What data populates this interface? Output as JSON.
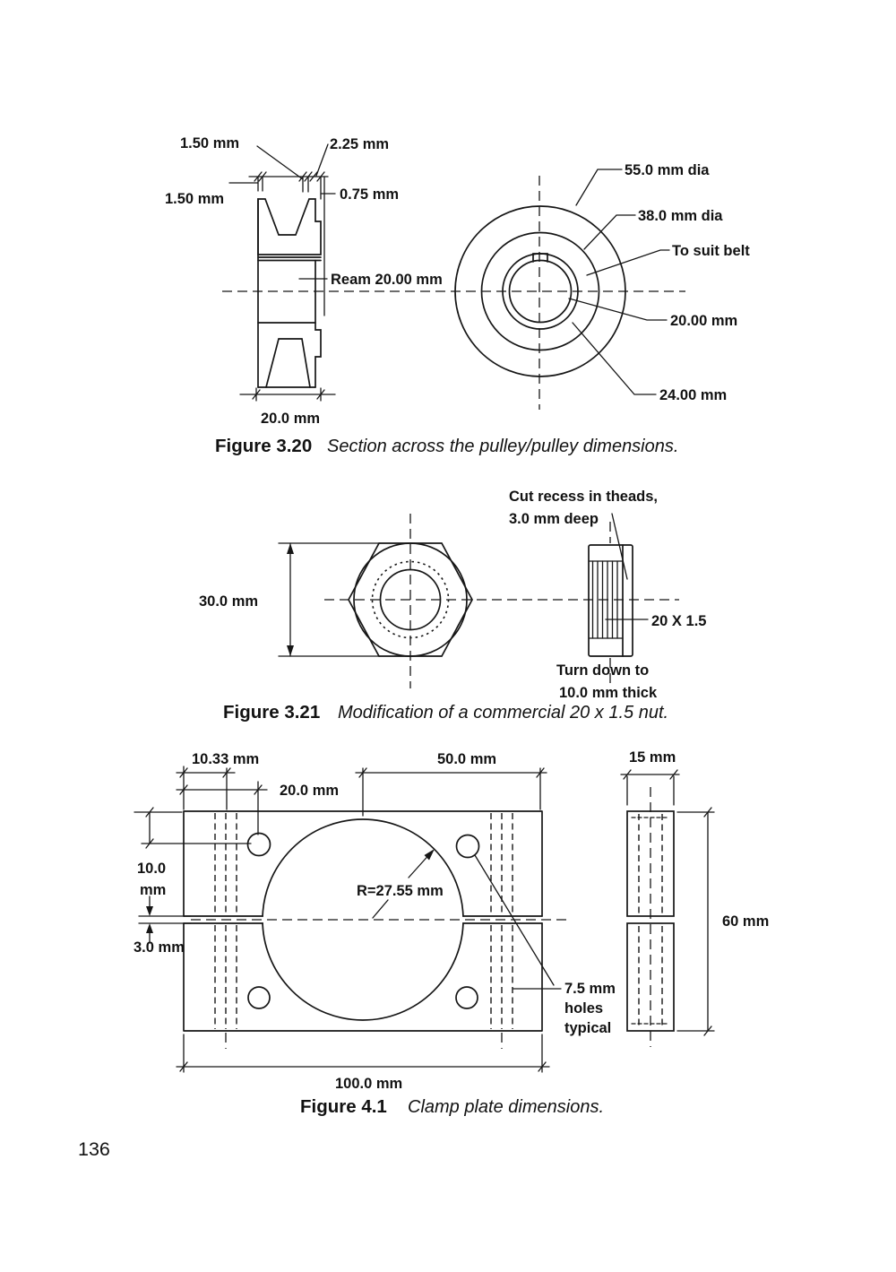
{
  "page": {
    "number": "136"
  },
  "fig320": {
    "caption": {
      "label": "Figure 3.20",
      "text": "Section across the pulley/pulley dimensions."
    },
    "labels": {
      "groove_top_width": "1.50 mm",
      "rim_tip_width": "2.25 mm",
      "wall_top_width": "1.50 mm",
      "edge_step": "0.75 mm",
      "bore_ream": "Ream 20.00 mm",
      "overall_width": "20.0 mm",
      "outer_diameter": "55.0 mm dia",
      "groove_diameter": "38.0 mm dia",
      "belt_note": "To suit belt",
      "bore_diameter": "20.00 mm",
      "hub_diameter": "24.00 mm"
    }
  },
  "fig321": {
    "caption": {
      "label": "Figure 3.21",
      "text": "Modification of a commercial 20 x 1.5 nut."
    },
    "labels": {
      "recess_note_line1": "Cut recess in theads,",
      "recess_note_line2": "3.0 mm deep",
      "across_flats": "30.0 mm",
      "thread_spec": "20 X 1.5",
      "turn_note_line1": "Turn down to",
      "turn_note_line2": "10.0 mm thick"
    }
  },
  "fig41": {
    "caption": {
      "label": "Figure 4.1",
      "text": "Clamp plate dimensions."
    },
    "labels": {
      "hole_pitch": "10.33 mm",
      "hole_edge_distance": "20.0 mm",
      "half_width": "50.0 mm",
      "thickness": "15 mm",
      "hole_top_distance_line1": "10.0",
      "hole_top_distance_line2": "mm",
      "saw_cut": "3.0 mm",
      "bore_radius": "R=27.55 mm",
      "holes_note_line1": "7.5 mm",
      "holes_note_line2": "holes",
      "holes_note_line3": "typical",
      "height": "60 mm",
      "overall_width": "100.0 mm"
    }
  }
}
